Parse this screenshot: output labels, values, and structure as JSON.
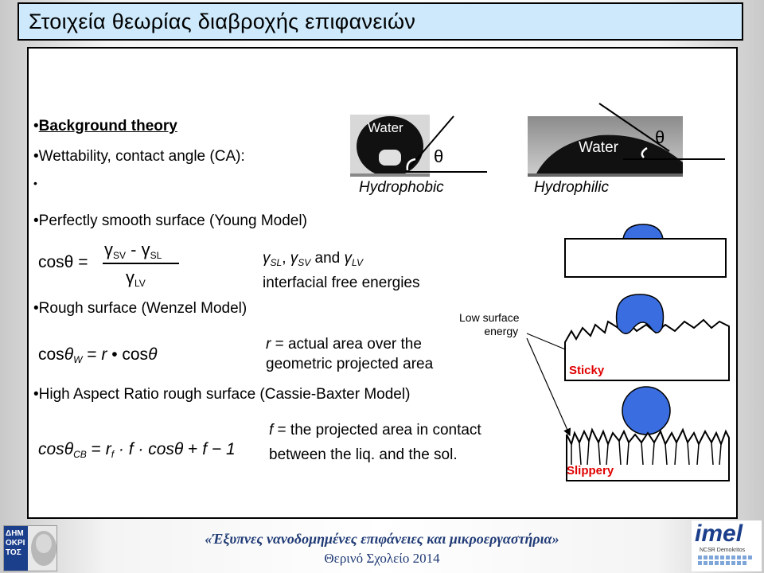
{
  "title": "Στοιχεία θεωρίας διαβροχής επιφανειών",
  "bullets": {
    "background": "Background theory",
    "wettability": "Wettability, contact angle (CA):",
    "young": "Perfectly smooth surface (Young Model)",
    "wenzel": "Rough surface (Wenzel Model)",
    "cassie": "High Aspect Ratio rough surface (Cassie-Baxter Model)"
  },
  "bullet_char": "•",
  "stray_dot": "•",
  "images": {
    "water_label_1": "Water",
    "water_label_2": "Water",
    "theta_1": "θ",
    "theta_2": "θ",
    "hydrophobic": "Hydrophobic",
    "hydrophilic": "Hydrophilic"
  },
  "young": {
    "lhs": "cosθ =",
    "num_a": "γ",
    "num_a_sub": "SV",
    "num_minus": " - ",
    "num_b": "γ",
    "num_b_sub": "SL",
    "den": "γ",
    "den_sub": "LV",
    "note_line1_g1": "γ",
    "note_line1_s1": "SL",
    "note_line1_sep1": ", ",
    "note_line1_g2": "γ",
    "note_line1_s2": "SV",
    "note_line1_and": " and ",
    "note_line1_g3": "γ",
    "note_line1_s3": "LV",
    "note_line2": "interfacial free energies"
  },
  "wenzel": {
    "eq_cos": "cos",
    "eq_theta": "θ",
    "eq_sub": "W",
    "eq_rest_eq": " = ",
    "eq_r": "r",
    "eq_dot": " • cos",
    "eq_theta2": "θ",
    "note_r": "r",
    "note_line1": " = actual area over the",
    "note_line2": "geometric projected area"
  },
  "cassie": {
    "eq_cos": "cos",
    "eq_theta": "θ",
    "eq_sub": "CB",
    "eq_eq": " = ",
    "eq_r": "r",
    "eq_rsub": "f",
    "eq_f": " · f · ",
    "eq_cos2": "cosθ",
    "eq_plus": " + ",
    "eq_f2": "f",
    "eq_minus": " − 1",
    "note_f": "f",
    "note_line1": " = the projected area in contact",
    "note_line2": "between the liq. and the sol."
  },
  "diagram": {
    "low_surface_1": "Low surface",
    "low_surface_2": "energy",
    "sticky": "Sticky",
    "slippery": "Slippery",
    "drop_color": "#3a6de0",
    "label_color": "#e00000"
  },
  "footer": {
    "line1": "«Έξυπνες νανοδομημένες επιφάνειες και μικροεργαστήρια»",
    "line2": "Θερινό Σχολείο 2014",
    "left_logo_text": "ΔΗΜΟΚΡΙΤΟΣ",
    "right_logo_main": "imel",
    "right_logo_sub": "NCSR Demokritos"
  }
}
